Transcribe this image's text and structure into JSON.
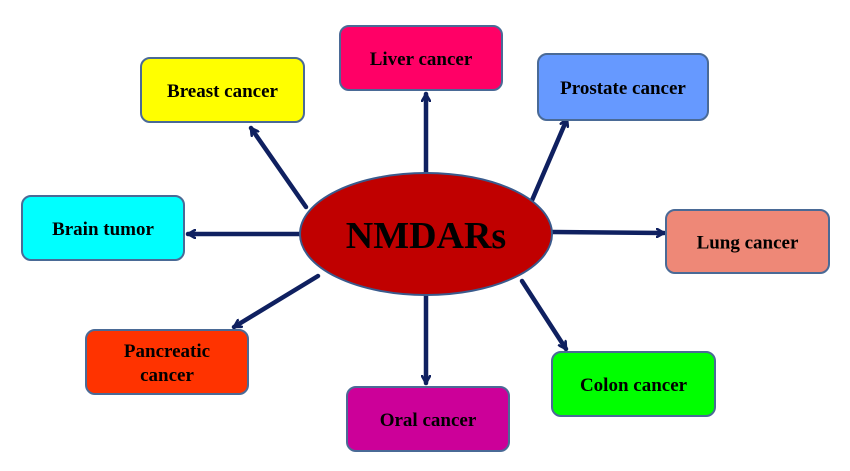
{
  "center": {
    "label": "NMDARs",
    "fill": "#C00000",
    "stroke": "#3A5A8C"
  },
  "arrow_color": "#0F2060",
  "nodes": [
    {
      "id": "liver",
      "lines": [
        "Liver cancer"
      ],
      "fill": "#FF0066"
    },
    {
      "id": "breast",
      "lines": [
        "Breast cancer"
      ],
      "fill": "#FFFF00"
    },
    {
      "id": "prostate",
      "lines": [
        "Prostate cancer"
      ],
      "fill": "#6699FF"
    },
    {
      "id": "brain",
      "lines": [
        "Brain tumor"
      ],
      "fill": "#00FFFF"
    },
    {
      "id": "lung",
      "lines": [
        "Lung cancer"
      ],
      "fill": "#EE8877"
    },
    {
      "id": "pancreatic",
      "lines": [
        "Pancreatic",
        "cancer"
      ],
      "fill": "#FF3300"
    },
    {
      "id": "colon",
      "lines": [
        "Colon cancer"
      ],
      "fill": "#00FF00"
    },
    {
      "id": "oral",
      "lines": [
        "Oral cancer"
      ],
      "fill": "#CC0099"
    }
  ]
}
